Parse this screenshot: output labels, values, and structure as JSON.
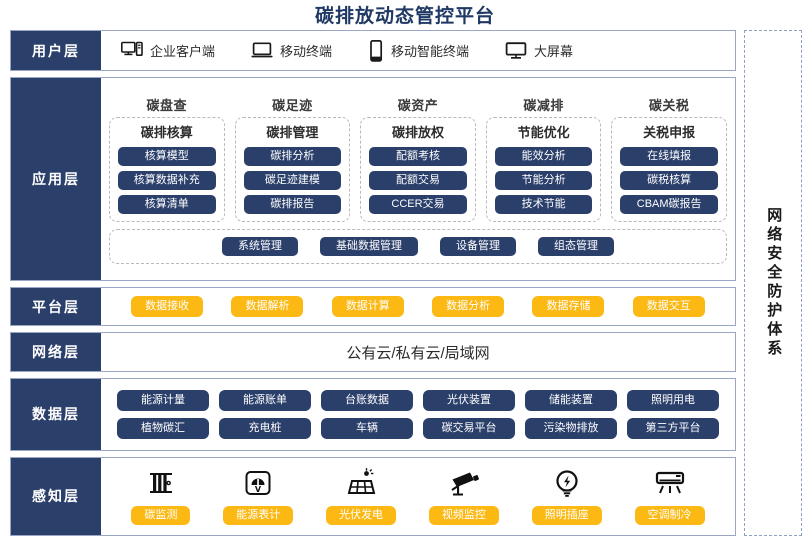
{
  "title": "碳排放动态管控平台",
  "security_column": {
    "label": "网络安全防护体系"
  },
  "layers": {
    "user": {
      "label": "用户层",
      "items": [
        {
          "icon": "desktop-tower-icon",
          "label": "企业客户端"
        },
        {
          "icon": "laptop-icon",
          "label": "移动终端"
        },
        {
          "icon": "smartphone-icon",
          "label": "移动智能终端"
        },
        {
          "icon": "monitor-icon",
          "label": "大屏幕"
        }
      ]
    },
    "application": {
      "label": "应用层",
      "groups": [
        {
          "title": "碳盘查",
          "subtitle": "碳排核算",
          "items": [
            "核算模型",
            "核算数据补充",
            "核算清单"
          ]
        },
        {
          "title": "碳足迹",
          "subtitle": "碳排管理",
          "items": [
            "碳排分析",
            "碳足迹建模",
            "碳排报告"
          ]
        },
        {
          "title": "碳资产",
          "subtitle": "碳排放权",
          "items": [
            "配额考核",
            "配额交易",
            "CCER交易"
          ]
        },
        {
          "title": "碳减排",
          "subtitle": "节能优化",
          "items": [
            "能效分析",
            "节能分析",
            "技术节能"
          ]
        },
        {
          "title": "碳关税",
          "subtitle": "关税申报",
          "items": [
            "在线填报",
            "碳税核算",
            "CBAM碳报告"
          ]
        }
      ],
      "bottom_items": [
        "系统管理",
        "基础数据管理",
        "设备管理",
        "组态管理"
      ]
    },
    "platform": {
      "label": "平台层",
      "items": [
        "数据接收",
        "数据解析",
        "数据计算",
        "数据分析",
        "数据存储",
        "数据交互"
      ]
    },
    "network": {
      "label": "网络层",
      "text": "公有云/私有云/局域网"
    },
    "data": {
      "label": "数据层",
      "row1": [
        "能源计量",
        "能源账单",
        "台账数据",
        "光伏装置",
        "储能装置",
        "照明用电"
      ],
      "row2": [
        "植物碳汇",
        "充电桩",
        "车辆",
        "碳交易平台",
        "污染物排放",
        "第三方平台"
      ]
    },
    "sensing": {
      "label": "感知层",
      "items": [
        {
          "icon": "carbon-sensor-icon",
          "label": "碳监测"
        },
        {
          "icon": "energy-meter-icon",
          "label": "能源表计"
        },
        {
          "icon": "solar-panel-icon",
          "label": "光伏发电"
        },
        {
          "icon": "cctv-camera-icon",
          "label": "视频监控"
        },
        {
          "icon": "lightbulb-icon",
          "label": "照明插座"
        },
        {
          "icon": "air-conditioner-icon",
          "label": "空调制冷"
        }
      ]
    }
  },
  "colors": {
    "navy": "#2b3f6b",
    "yellow": "#fcb813",
    "title_blue": "#1f3864",
    "border": "#9aa7c4"
  }
}
